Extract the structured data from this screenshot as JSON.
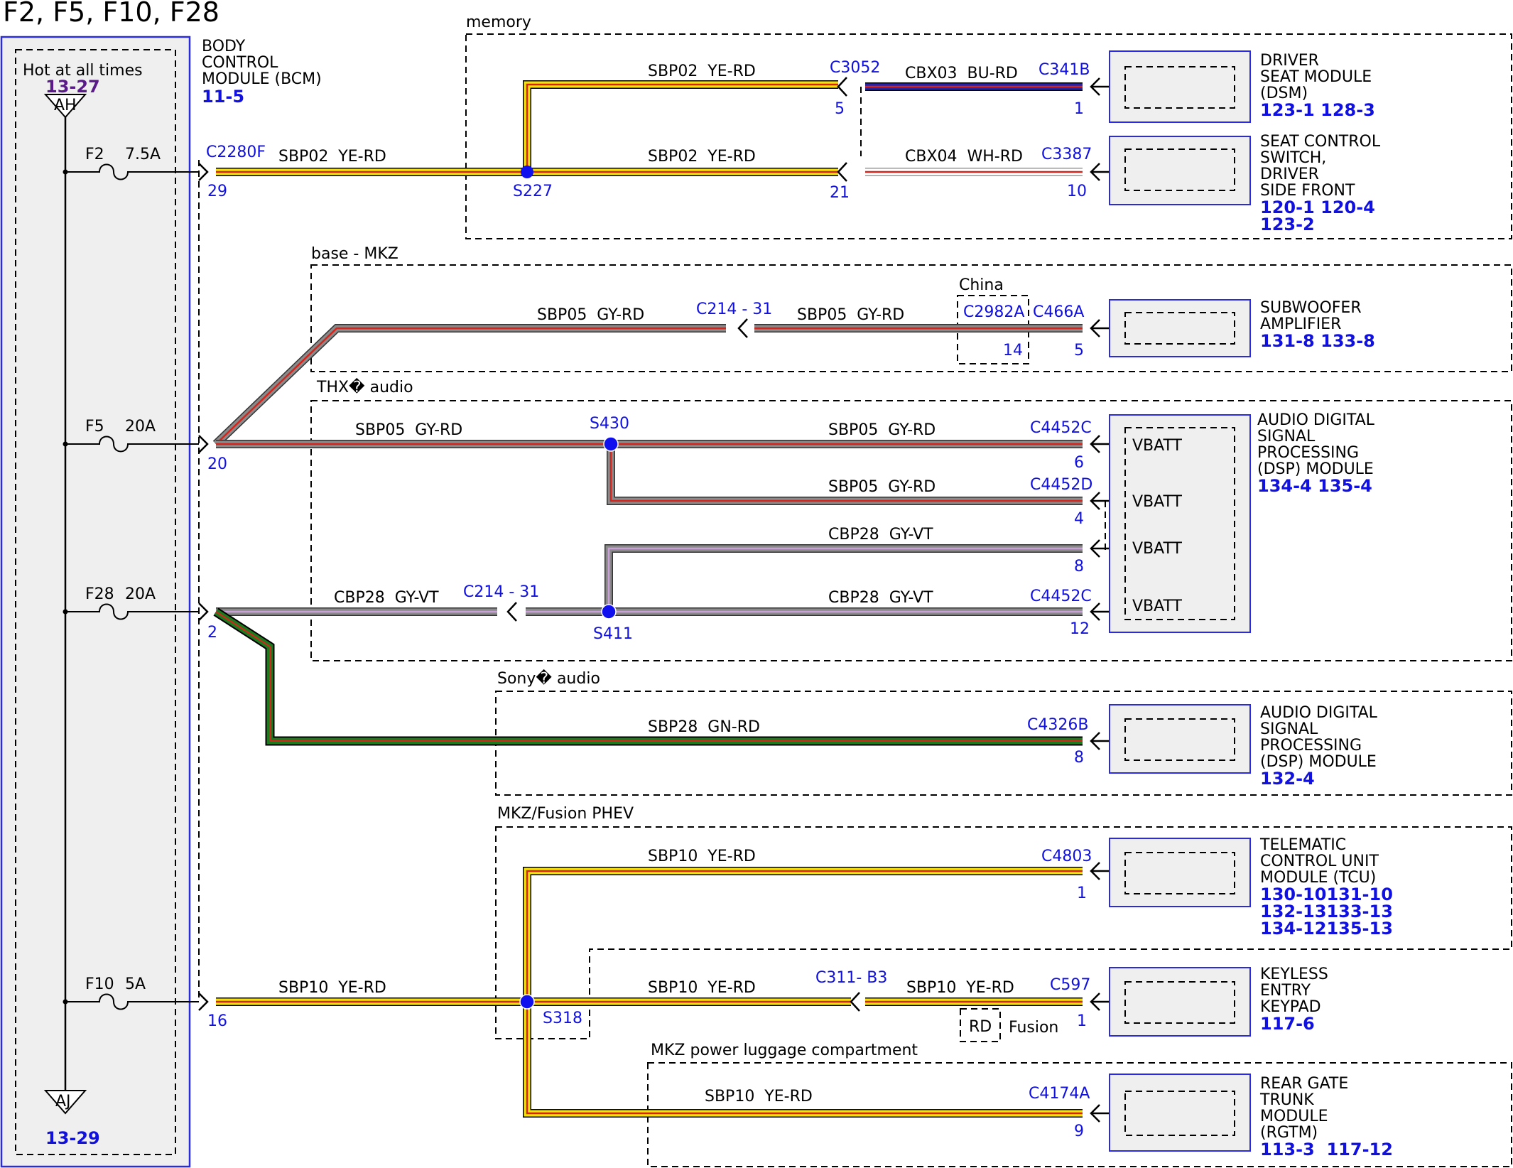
{
  "page_title": "F2, F5, F10, F28",
  "bcm": {
    "name_lines": [
      "BODY",
      "CONTROL",
      "MODULE (BCM)"
    ],
    "ref": "11-5",
    "hot_label": "Hot at all times",
    "top_ref": "13-27",
    "top_connector": "AH",
    "bottom_connector": "AJ",
    "bottom_ref": "13-29"
  },
  "fuses": [
    {
      "name": "F2",
      "rating": "7.5A"
    },
    {
      "name": "F5",
      "rating": "20A"
    },
    {
      "name": "F28",
      "rating": "20A"
    },
    {
      "name": "F10",
      "rating": "5A"
    }
  ],
  "option_labels": {
    "memory": "memory",
    "base_mkz": "base - MKZ",
    "china": "China",
    "thx": "THX� audio",
    "sony": "Sony� audio",
    "phev": "MKZ/Fusion PHEV",
    "luggage": "MKZ power luggage compartment",
    "fusion": "Fusion",
    "rd": "RD"
  },
  "wires": {
    "sbp02": "SBP02  YE-RD",
    "cbx03": "CBX03  BU-RD",
    "cbx04": "CBX04  WH-RD",
    "sbp05": "SBP05  GY-RD",
    "cbp28": "CBP28  GY-VT",
    "sbp28": "SBP28  GN-RD",
    "sbp10": "SBP10  YE-RD"
  },
  "connectors": {
    "c2280f": "C2280F",
    "c3052": "C3052",
    "c341b": "C341B",
    "c3387": "C3387",
    "c214_31": "C214 - 31",
    "c2982a": "C2982A",
    "c466a": "C466A",
    "c4452c": "C4452C",
    "c4452d": "C4452D",
    "c4326b": "C4326B",
    "c4803": "C4803",
    "c311_b3": "C311- B3",
    "c597": "C597",
    "c4174a": "C4174A"
  },
  "splices": {
    "s227": "S227",
    "s430": "S430",
    "s411": "S411",
    "s318": "S318"
  },
  "pins": {
    "p29": "29",
    "p20": "20",
    "p2": "2",
    "p16": "16",
    "p5": "5",
    "p21": "21",
    "p1": "1",
    "p10": "10",
    "p14": "14",
    "p6": "6",
    "p4": "4",
    "p8": "8",
    "p12": "12",
    "p9": "9"
  },
  "vbatt": "VBATT",
  "modules": [
    {
      "id": "dsm",
      "lines": [
        "DRIVER",
        "SEAT MODULE",
        "(DSM)"
      ],
      "refs": [
        "123-1 128-3"
      ]
    },
    {
      "id": "seat_switch",
      "lines": [
        "SEAT CONTROL",
        "SWITCH,",
        "DRIVER",
        "SIDE FRONT"
      ],
      "refs": [
        "120-1 120-4",
        "123-2"
      ]
    },
    {
      "id": "subwoofer",
      "lines": [
        "SUBWOOFER",
        "AMPLIFIER"
      ],
      "refs": [
        "131-8 133-8"
      ]
    },
    {
      "id": "dsp_thx",
      "lines": [
        "AUDIO DIGITAL",
        "SIGNAL",
        "PROCESSING",
        "(DSP) MODULE"
      ],
      "refs": [
        "134-4 135-4"
      ]
    },
    {
      "id": "dsp_sony",
      "lines": [
        "AUDIO DIGITAL",
        "SIGNAL",
        "PROCESSING",
        "(DSP) MODULE"
      ],
      "refs": [
        "132-4"
      ]
    },
    {
      "id": "tcu",
      "lines": [
        "TELEMATIC",
        "CONTROL UNIT",
        "MODULE (TCU)"
      ],
      "refs": [
        "130-10131-10",
        "132-13133-13",
        "134-12135-13"
      ]
    },
    {
      "id": "keypad",
      "lines": [
        "KEYLESS",
        "ENTRY",
        "KEYPAD"
      ],
      "refs": [
        "117-6"
      ]
    },
    {
      "id": "rgtm",
      "lines": [
        "REAR GATE",
        "TRUNK",
        "MODULE",
        "(RGTM)"
      ],
      "refs": [
        "113-3  117-12"
      ]
    }
  ],
  "colors": {
    "yellow": "#f4e20a",
    "red": "#d4251c",
    "blue_wire": "#2222aa",
    "gray": "#8a8a8a",
    "violet": "#c9a0d8",
    "green": "#1f7a1f",
    "splice": "#1010ee",
    "panel_fill": "#efefef",
    "bcm_border": "#2a2ae0"
  }
}
